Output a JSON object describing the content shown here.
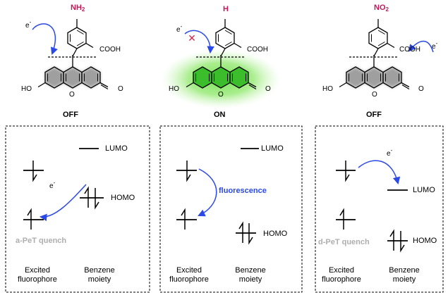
{
  "molecules": [
    {
      "substituent": "NH",
      "substituent_sub": "2",
      "acid_label": "COOH",
      "hydroxyl_label": "HO",
      "ketone_label": "O",
      "ring_oxygen_label": "O",
      "electron": "e",
      "electron_charge": "-",
      "state": "OFF"
    },
    {
      "substituent": "H",
      "substituent_sub": "",
      "acid_label": "COOH",
      "hydroxyl_label": "HO",
      "ketone_label": "O",
      "ring_oxygen_label": "O",
      "electron": "e",
      "electron_charge": "-",
      "state": "ON"
    },
    {
      "substituent": "NO",
      "substituent_sub": "2",
      "acid_label": "COOH",
      "hydroxyl_label": "HO",
      "ketone_label": "O",
      "ring_oxygen_label": "O",
      "electron": "e",
      "electron_charge": "-",
      "state": "OFF"
    }
  ],
  "panels": [
    {
      "lumo": "LUMO",
      "homo": "HOMO",
      "electron": "e",
      "electron_charge": "-",
      "process": "a-PeT quench",
      "left_caption": "Excited fluorophore",
      "right_caption": "Benzene moiety"
    },
    {
      "lumo": "LUMO",
      "homo": "HOMO",
      "electron": "",
      "electron_charge": "",
      "process": "fluorescence",
      "left_caption": "Excited fluorophore",
      "right_caption": "Benzene moiety"
    },
    {
      "lumo": "LUMO",
      "homo": "HOMO",
      "electron": "e",
      "electron_charge": "-",
      "process": "d-PeT quench",
      "left_caption": "Excited fluorophore",
      "right_caption": "Benzene moiety"
    }
  ],
  "colors": {
    "arrow": "#2a49e6",
    "substituent": "#c2185b",
    "glow": "#6fe04a",
    "ring_fill": "#8f8f8f",
    "ring_fill_on": "#3bbd2c",
    "quench_text": "#aeaeae",
    "fluorescence_text": "#2a49e6",
    "blocked_mark": "#d0284a"
  }
}
